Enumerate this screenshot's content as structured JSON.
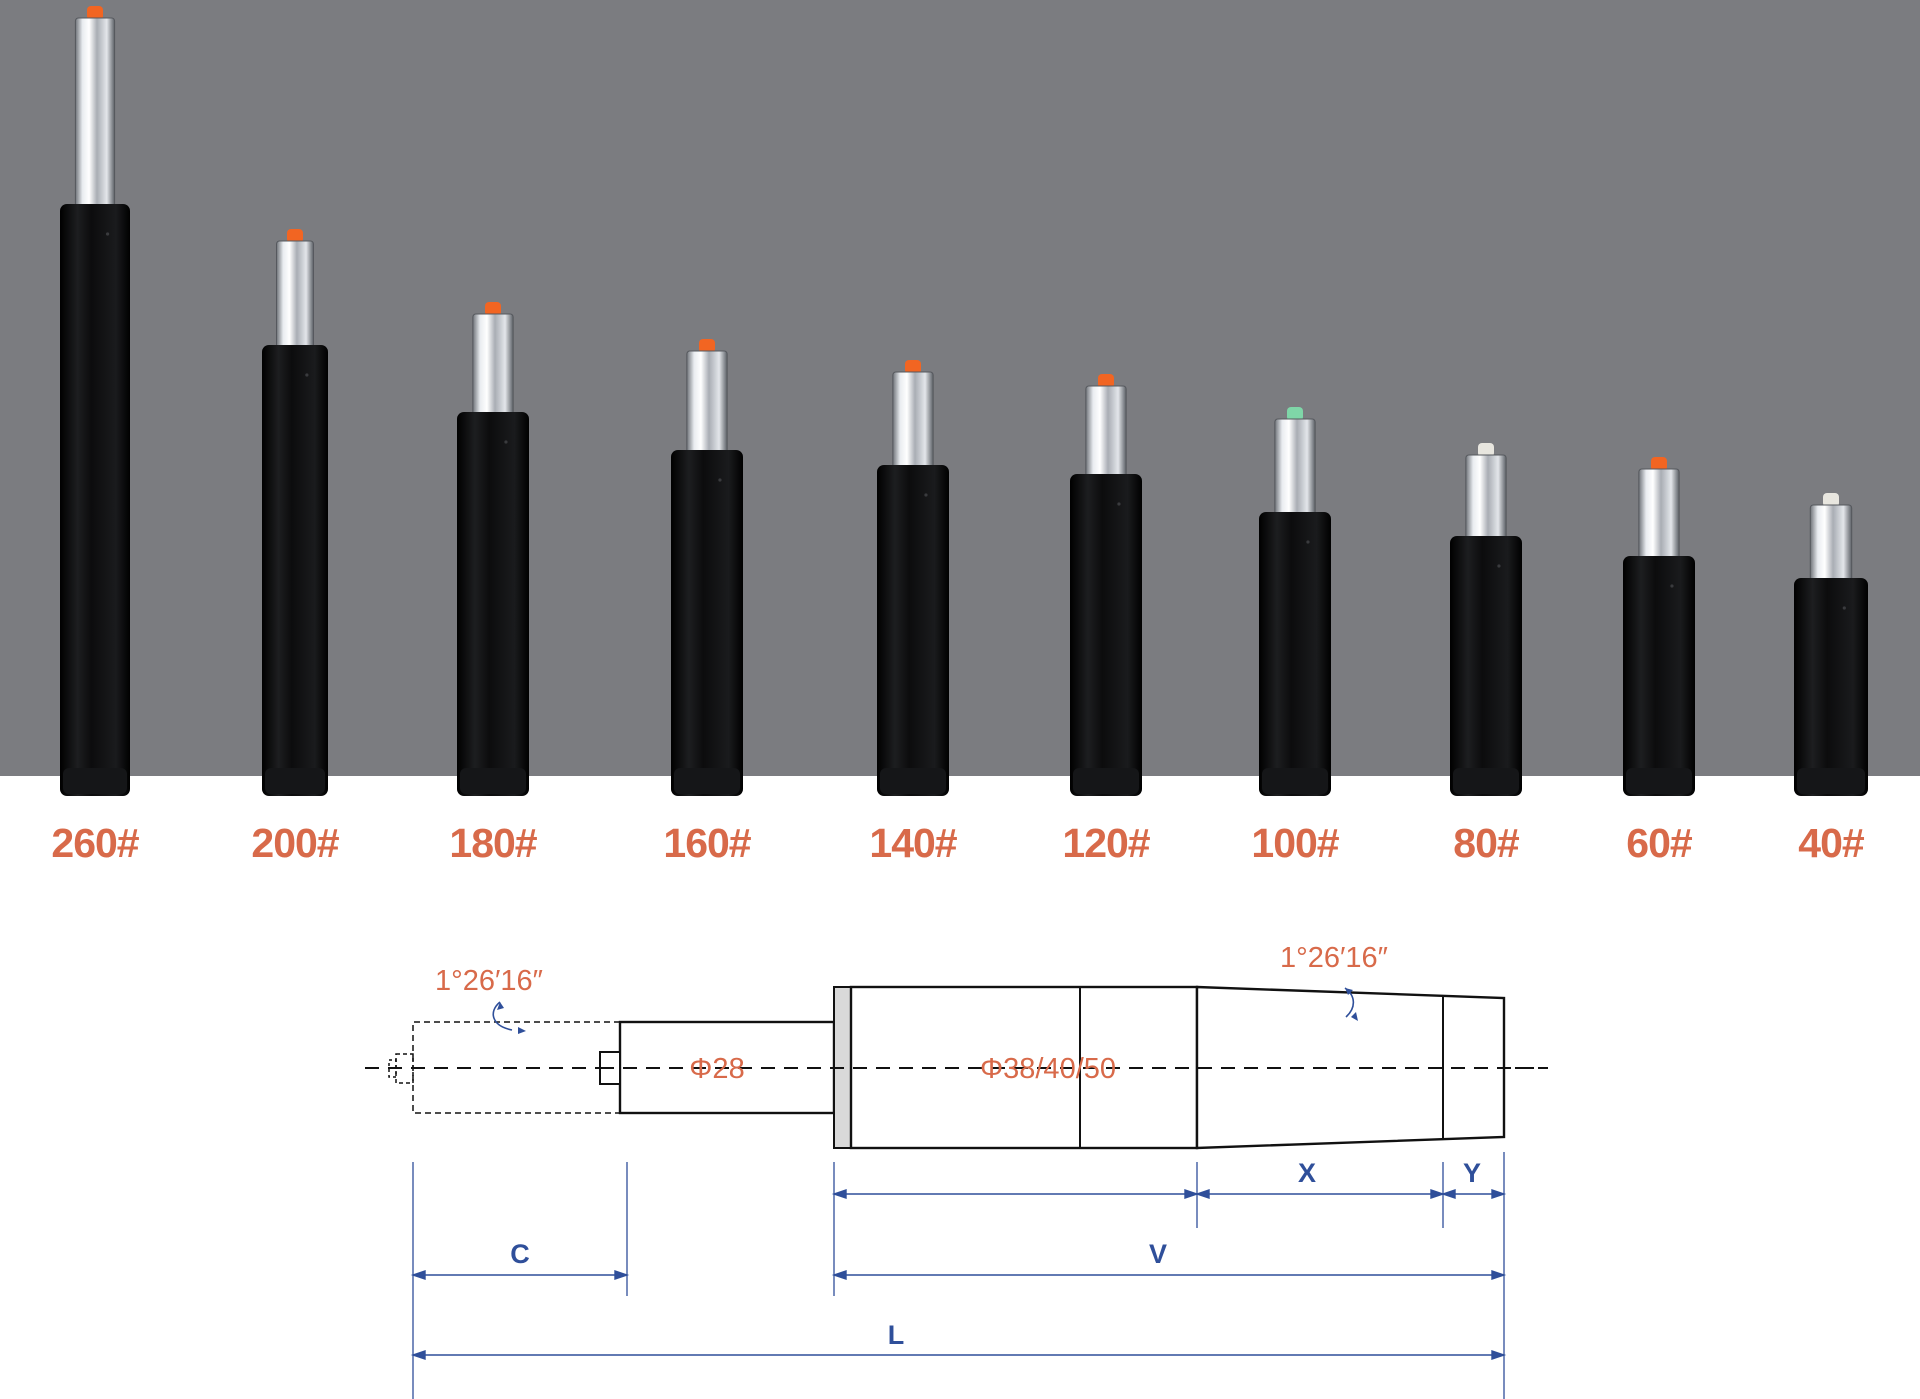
{
  "colors": {
    "background_band": "#7b7c80",
    "label_orange": "#d86a4a",
    "dimension_blue": "#2f4f9a",
    "cylinder_black": "#0b0b0c",
    "chrome": "#c9ccd2",
    "button_orange": "#f26522",
    "button_green": "#7fd6a8",
    "button_white": "#e8e6df"
  },
  "cylinders": [
    {
      "label": "260#",
      "button": "orange"
    },
    {
      "label": "200#",
      "button": "orange"
    },
    {
      "label": "180#",
      "button": "orange"
    },
    {
      "label": "160#",
      "button": "orange"
    },
    {
      "label": "140#",
      "button": "orange"
    },
    {
      "label": "120#",
      "button": "orange"
    },
    {
      "label": "100#",
      "button": "green"
    },
    {
      "label": "80#",
      "button": "white"
    },
    {
      "label": "60#",
      "button": "orange"
    },
    {
      "label": "40#",
      "button": "white"
    }
  ],
  "diagram": {
    "angle_left": "1°26′16″",
    "angle_right": "1°26′16″",
    "rod_diameter": "Φ28",
    "body_diameter": "Φ38/40/50",
    "dimensions": {
      "c": "C",
      "v": "V",
      "x": "X",
      "y": "Y",
      "l": "L"
    }
  }
}
